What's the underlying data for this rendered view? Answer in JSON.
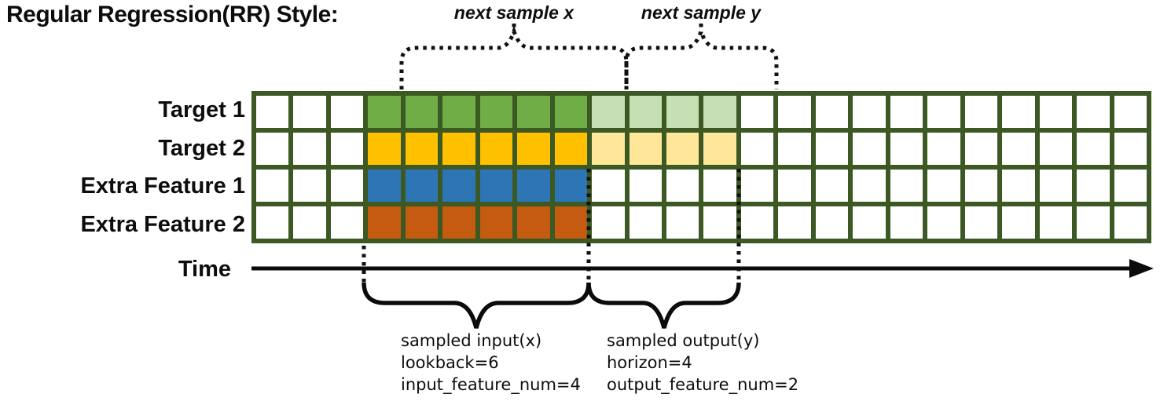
{
  "title": "Regular Regression(RR) Style:",
  "annotations": {
    "next_sample_x": "next sample x",
    "next_sample_y": "next sample y",
    "time_label": "Time",
    "input_block": [
      "sampled input(x)",
      "lookback=6",
      "input_feature_num=4"
    ],
    "output_block": [
      "sampled output(y)",
      "horizon=4",
      "output_feature_num=2"
    ]
  },
  "grid": {
    "columns": 24,
    "border_color": "#3C5823",
    "empty_cell_color": "#FFFFFF",
    "input_start_col": 3,
    "input_lookback": 6,
    "output_horizon": 4,
    "rows": [
      {
        "label": "Target 1",
        "segments": [
          {
            "start": 3,
            "len": 6,
            "color": "#70AD47",
            "role": "input"
          },
          {
            "start": 9,
            "len": 4,
            "color": "#C6E0B4",
            "role": "output"
          }
        ]
      },
      {
        "label": "Target 2",
        "segments": [
          {
            "start": 3,
            "len": 6,
            "color": "#FFC000",
            "role": "input"
          },
          {
            "start": 9,
            "len": 4,
            "color": "#FFE699",
            "role": "output"
          }
        ]
      },
      {
        "label": "Extra Feature 1",
        "segments": [
          {
            "start": 3,
            "len": 6,
            "color": "#2E75B6",
            "role": "input"
          }
        ]
      },
      {
        "label": "Extra Feature 2",
        "segments": [
          {
            "start": 3,
            "len": 6,
            "color": "#C55A11",
            "role": "input"
          }
        ]
      }
    ]
  },
  "colors": {
    "annotation_black": "#111111",
    "input_green": "#70AD47",
    "output_green_light": "#C6E0B4",
    "input_yellow": "#FFC000",
    "output_yellow_light": "#FFE699",
    "input_blue": "#2E75B6",
    "input_orange": "#C55A11",
    "grid_border_green": "#3C5823"
  }
}
